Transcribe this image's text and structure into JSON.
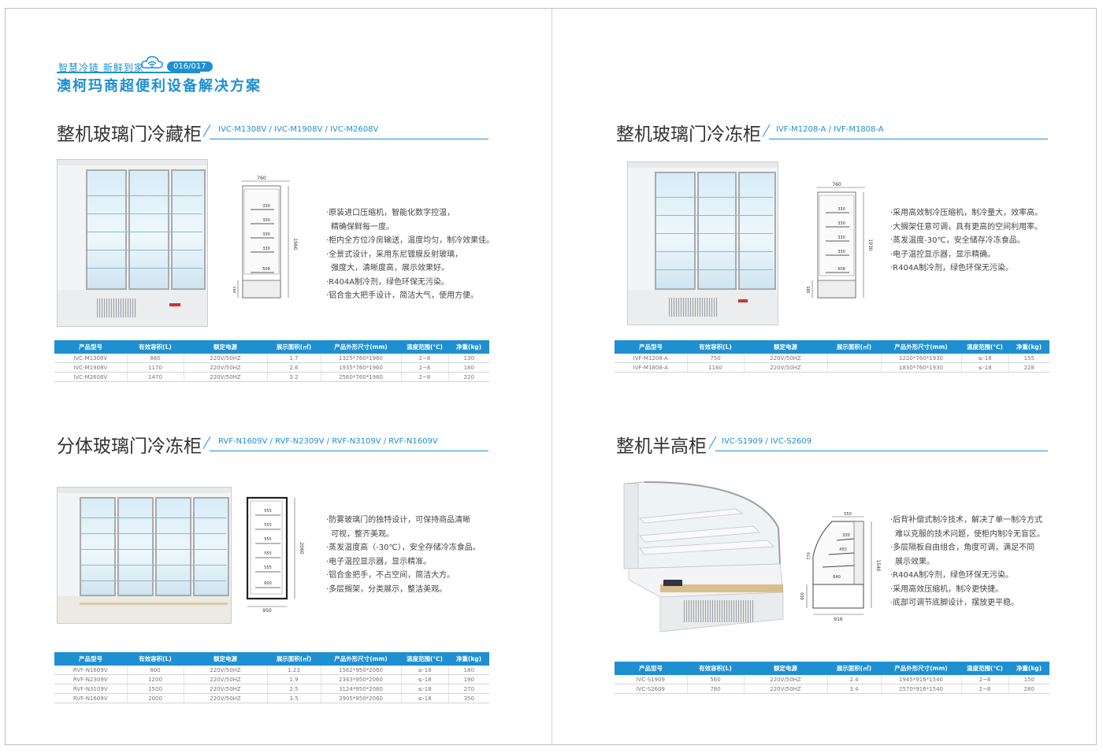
{
  "header": {
    "slogan": "智慧冷链 新鲜到家",
    "pages": "016/017",
    "title": "澳柯玛商超便利设备解决方案"
  },
  "colors": {
    "accent": "#1e8fd1",
    "text": "#333333"
  },
  "table_headers": [
    "产品型号",
    "有效容积(L)",
    "额定电源",
    "展示面积(㎡)",
    "产品外形尺寸(mm)",
    "温度范围(℃)",
    "净重(kg)"
  ],
  "s1": {
    "title": "整机玻璃门冷藏柜",
    "models": "IVC-M1308V / IVC-M1908V / IVC-M2608V",
    "features": [
      "·原装进口压缩机，智能化数字控温，",
      "  精确保鲜每一度。",
      "·柜内全方位冷房输送，温度均匀，制冷效果佳。",
      "·全景式设计，采用东尼镀膜反射玻璃，",
      "  强度大，清晰度高，展示效果好。",
      "·R404A制冷剂，绿色环保无污染。",
      "·铝合金大把手设计，简洁大气，使用方便。"
    ],
    "dims": {
      "width": "760",
      "height": "1960",
      "base": "385",
      "shelves": [
        "330",
        "330",
        "330",
        "330",
        "508"
      ]
    },
    "rows": [
      [
        "IVC-M1308V",
        "880",
        "220V/50HZ",
        "1.7",
        "1325*760*1960",
        "2~8",
        "130"
      ],
      [
        "IVC-M1908V",
        "1170",
        "220V/50HZ",
        "2.6",
        "1935*760*1960",
        "2~8",
        "180"
      ],
      [
        "IVC-M2608V",
        "1470",
        "220V/50HZ",
        "3.2",
        "2560*760*1960",
        "2~8",
        "220"
      ]
    ]
  },
  "s2": {
    "title": "整机玻璃门冷冻柜",
    "models": "IVF-M1208-A / IVF-M1808-A",
    "features": [
      "·采用高效制冷压缩机，制冷量大，效率高。",
      "·大搁架任意可调，具有更高的空间利用率。",
      "·蒸发温度-30℃，安全储存冷冻食品。",
      "·电子温控显示器，显示精确。",
      "·R404A制冷剂，绿色环保无污染。"
    ],
    "dims": {
      "width": "760",
      "height": "1930",
      "base": "385",
      "shelves": [
        "330",
        "330",
        "330",
        "330",
        "508"
      ]
    },
    "rows": [
      [
        "IVF-M1208-A",
        "750",
        "220V/50HZ",
        "",
        "1220*760*1930",
        "≤-18",
        "155"
      ],
      [
        "IVF-M1808-A",
        "1160",
        "220V/50HZ",
        "",
        "1830*760*1930",
        "≤-18",
        "228"
      ]
    ]
  },
  "s3": {
    "title": "分体玻璃门冷冻柜",
    "models": "RVF-N1609V / RVF-N2309V / RVF-N3109V / RVF-N1609V",
    "features": [
      "·防雾玻璃门的独特设计，可保持商品清晰",
      "  可视，整齐美观。",
      "·蒸发温度高（-30℃），安全存储冷冻食品。",
      "·电子温控显示器，显示精准。",
      "·铝合金把手，不占空间，简洁大方。",
      "·多层搁架，分类展示，整洁美观。"
    ],
    "dims": {
      "width": "950",
      "height": "2060",
      "shelves": [
        "555",
        "555",
        "555",
        "555",
        "555",
        "600"
      ]
    },
    "rows": [
      [
        "RVF-N1609V",
        "800",
        "220V/50HZ",
        "1.23",
        "1562*950*2060",
        "≤-18",
        "180"
      ],
      [
        "RVF-N2309V",
        "1200",
        "220V/50HZ",
        "1.9",
        "2343*950*2060",
        "≤-18",
        "190"
      ],
      [
        "RVF-N3109V",
        "1500",
        "220V/50HZ",
        "2.5",
        "3124*950*2060",
        "≤-18",
        "270"
      ],
      [
        "RVF-N1609V",
        "2000",
        "220V/50HZ",
        "3.5",
        "3905*950*2060",
        "≤-18",
        "350"
      ]
    ]
  },
  "s4": {
    "title": "整机半高柜",
    "models": "IVC-S1909 / IVC-S2609",
    "features": [
      "·后背补偿式制冷技术，解决了单一制冷方式",
      "  难以克服的技术问题，使柜内制冷无盲区。",
      "·多层隔板自由组合，角度可调，满足不同",
      "  展示效果。",
      "·R404A制冷剂，绿色环保无污染。",
      "·采用高效压缩机，制冷更快捷。",
      "·底部可调节底脚设计，摆放更平稳。"
    ],
    "dims": {
      "top": "550",
      "depth": "916",
      "height": "1540",
      "base": "600",
      "shelf": "640",
      "mid": "770",
      "s1": "330",
      "s2": "450"
    },
    "rows": [
      [
        "IVC-S1909",
        "560",
        "220V/50HZ",
        "2.4",
        "1945*916*1540",
        "2~8",
        "150"
      ],
      [
        "IVC-S2609",
        "780",
        "220V/50HZ",
        "3.4",
        "2570*916*1540",
        "2~8",
        "280"
      ]
    ]
  }
}
